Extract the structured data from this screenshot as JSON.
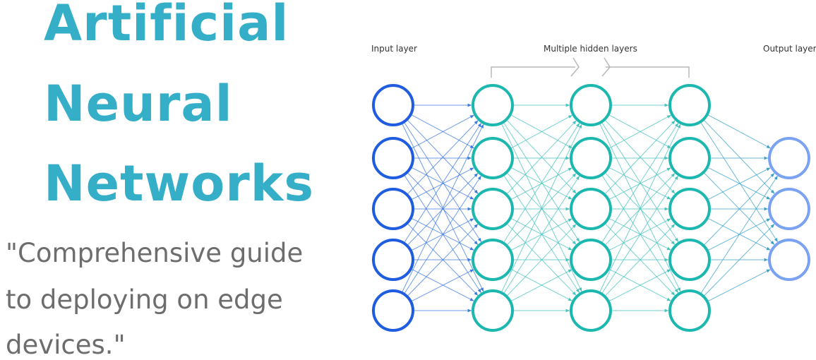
{
  "title": {
    "line1": "Artificial",
    "line2": "Neural",
    "line3": "Networks"
  },
  "subtitle": {
    "line1": "\"Comprehensive guide",
    "line2": "to deploying on edge",
    "line3": "devices.\""
  },
  "diagram": {
    "labels": {
      "input": "Input layer",
      "hidden": "Multiple hidden layers",
      "output": "Output layer"
    },
    "layers": [
      {
        "name": "input",
        "nodes": 5,
        "color": "#1f5ce0"
      },
      {
        "name": "hidden-1",
        "nodes": 5,
        "color": "#1cb8b0"
      },
      {
        "name": "hidden-2",
        "nodes": 5,
        "color": "#1cb8b0"
      },
      {
        "name": "hidden-3",
        "nodes": 5,
        "color": "#1cb8b0"
      },
      {
        "name": "output",
        "nodes": 3,
        "color": "#7ba2f0"
      }
    ],
    "colors": {
      "edge_input": "#3c78e0",
      "edge_hidden": "#45c3be",
      "edge_output": "#3aa0c8",
      "bracket": "#b8b8b8"
    }
  }
}
